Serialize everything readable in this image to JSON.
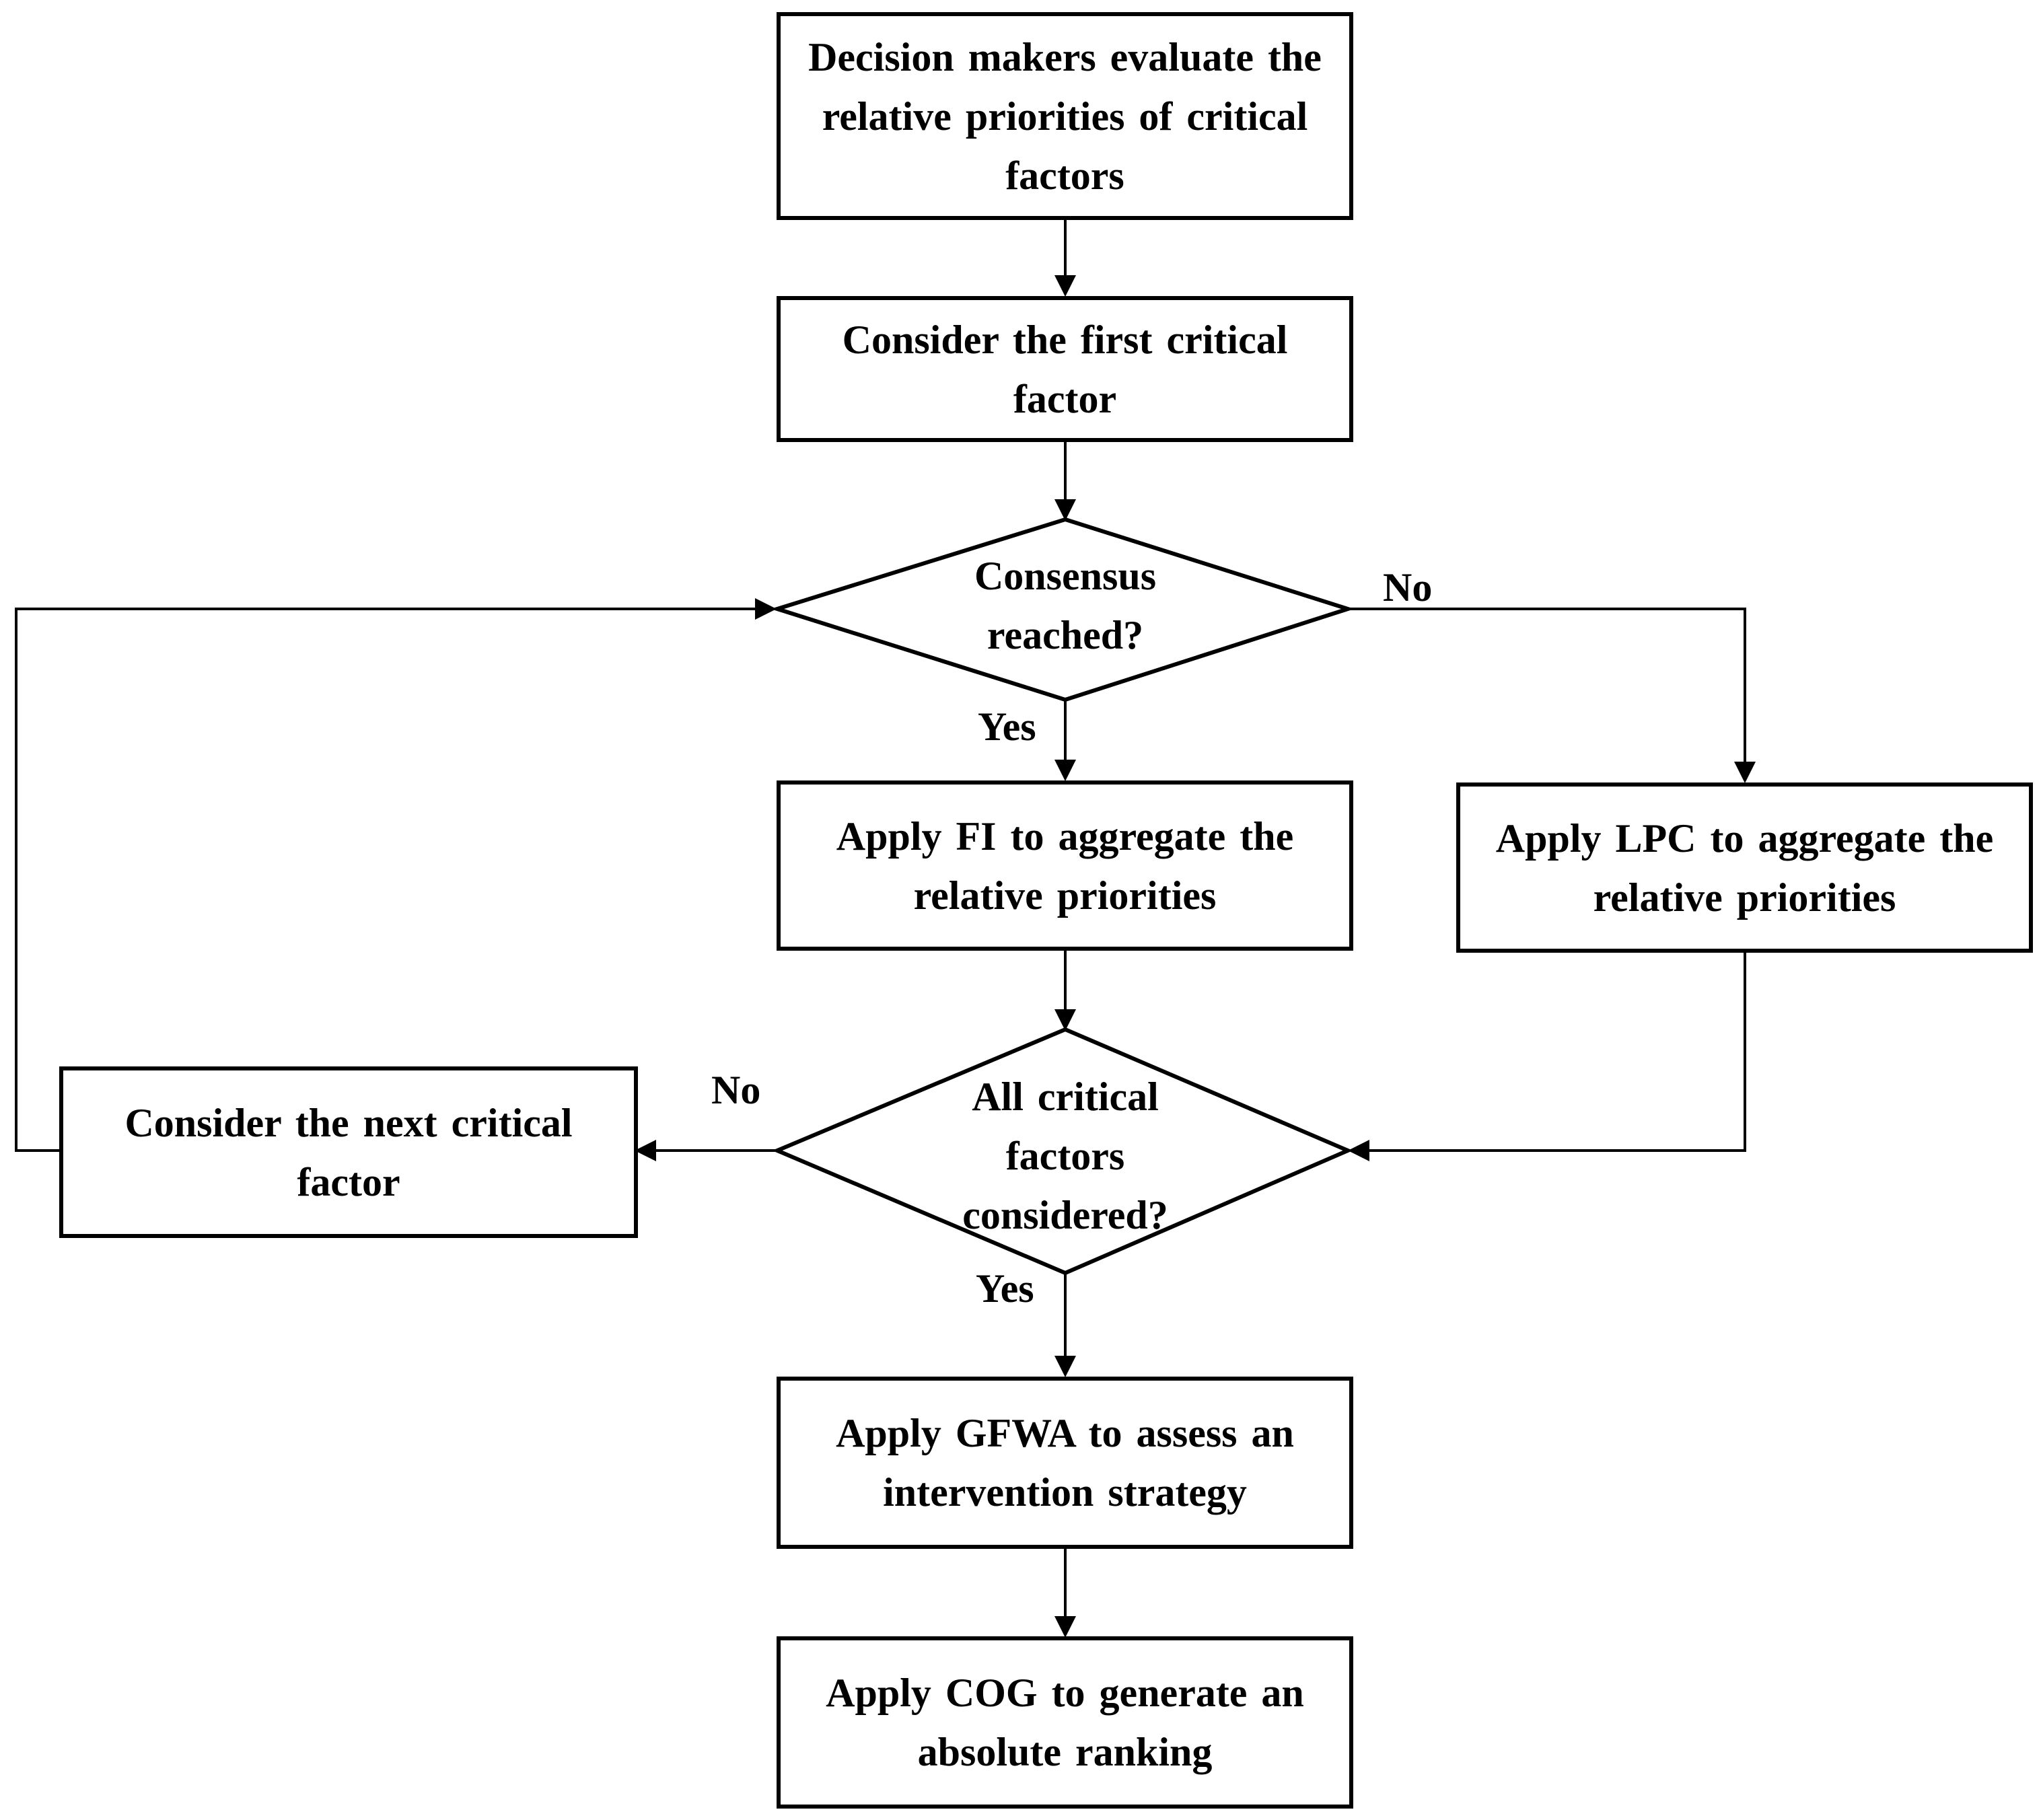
{
  "nodes": {
    "evaluate": "Decision makers evaluate the relative priorities of critical factors",
    "first_factor": "Consider the first critical factor",
    "consensus": "Consensus reached?",
    "apply_fi": "Apply FI to aggregate the relative priorities",
    "apply_lpc": "Apply LPC to aggregate the relative priorities",
    "all_considered": "All critical factors considered?",
    "next_factor": "Consider the next critical factor",
    "apply_gfwa": "Apply GFWA to assess an intervention strategy",
    "apply_cog": "Apply COG to generate an absolute ranking"
  },
  "edge_labels": {
    "consensus_no": "No",
    "consensus_yes": "Yes",
    "all_no": "No",
    "all_yes": "Yes"
  },
  "colors": {
    "stroke": "#000000",
    "background": "#ffffff"
  }
}
